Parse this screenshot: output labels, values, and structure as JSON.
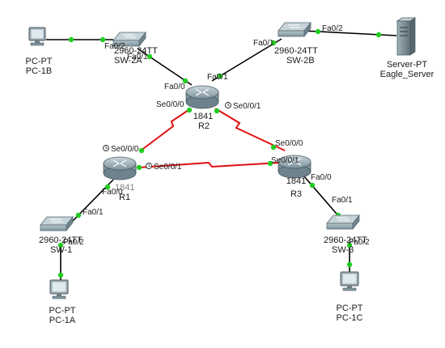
{
  "devices": {
    "pc1b": {
      "type": "PC-PT",
      "name": "PC-1B",
      "icon": "pc-icon"
    },
    "sw2a": {
      "model": "2960-24TT",
      "name": "SW-2A",
      "icon": "switch-icon"
    },
    "sw2b": {
      "model": "2960-24TT",
      "name": "SW-2B",
      "icon": "switch-icon"
    },
    "server": {
      "type": "Server-PT",
      "name": "Eagle_Server",
      "icon": "server-icon"
    },
    "r2": {
      "model": "1841",
      "name": "R2",
      "icon": "router-icon"
    },
    "r1": {
      "model": "1841",
      "name": "R1",
      "icon": "router-icon"
    },
    "r3": {
      "model": "1841",
      "name": "R3",
      "icon": "router-icon"
    },
    "sw1": {
      "model": "2960-24TT",
      "name": "SW-1",
      "icon": "switch-icon"
    },
    "sw3": {
      "model": "2960-24TT",
      "name": "SW-3",
      "icon": "switch-icon"
    },
    "pc1a": {
      "type": "PC-PT",
      "name": "PC-1A",
      "icon": "pc-icon"
    },
    "pc1c": {
      "type": "PC-PT",
      "name": "PC-1C",
      "icon": "pc-icon"
    }
  },
  "ports": {
    "sw2a_fa02": "Fa0/2",
    "sw2a_fa01": "Fa0/1",
    "sw2b_fa01": "Fa0/1",
    "sw2b_fa02": "Fa0/2",
    "r2_fa00": "Fa0/0",
    "r2_fa01": "Fa0/1",
    "r2_se000": "Se0/0/0",
    "r2_se001": "Se0/0/1",
    "r1_se000": "Se0/0/0",
    "r1_se001": "Se0/0/1",
    "r1_fa00": "Fa0/0",
    "r3_se000": "Se0/0/0",
    "r3_se001": "Se0/0/1",
    "r3_fa00": "Fa0/0",
    "sw1_fa01": "Fa0/1",
    "sw1_fa02": "Fa0/2",
    "sw3_fa01": "Fa0/1",
    "sw3_fa02": "Fa0/2"
  },
  "colors": {
    "ethernet_link": "#000000",
    "serial_link": "#e01010",
    "link_up_dot": "#22cc22",
    "device_body": "#8fa3ad"
  }
}
